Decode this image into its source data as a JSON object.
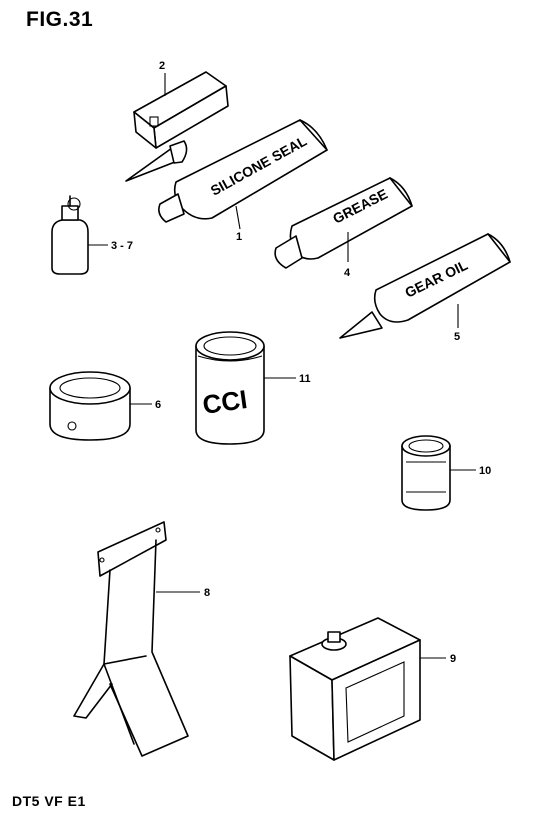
{
  "figure_title": "FIG.31",
  "footer_code": "DT5 VF E1",
  "parts": [
    {
      "key": "p2",
      "ref": "2",
      "item_text": ""
    },
    {
      "key": "p1",
      "ref": "1",
      "item_text": "SILICONE SEAL"
    },
    {
      "key": "p37",
      "ref": "3 - 7",
      "item_text": ""
    },
    {
      "key": "p4",
      "ref": "4",
      "item_text": "GREASE"
    },
    {
      "key": "p5",
      "ref": "5",
      "item_text": "GEAR OIL"
    },
    {
      "key": "p6",
      "ref": "6",
      "item_text": ""
    },
    {
      "key": "p11",
      "ref": "11",
      "item_text": "CCI"
    },
    {
      "key": "p10",
      "ref": "10",
      "item_text": ""
    },
    {
      "key": "p8",
      "ref": "8",
      "item_text": ""
    },
    {
      "key": "p9",
      "ref": "9",
      "item_text": ""
    }
  ],
  "labels": {
    "p2": "2",
    "p1": "1",
    "p37": "3 - 7",
    "p4": "4",
    "p5": "5",
    "p6": "6",
    "p11": "11",
    "p10": "10",
    "p8": "8",
    "p9": "9"
  },
  "print": {
    "silicone": "SILICONE SEAL",
    "grease": "GREASE",
    "gear_oil": "GEAR OIL",
    "cci": "CCI"
  },
  "colors": {
    "ink": "#000000",
    "paper": "#ffffff",
    "shade": "#e9e9e9"
  }
}
